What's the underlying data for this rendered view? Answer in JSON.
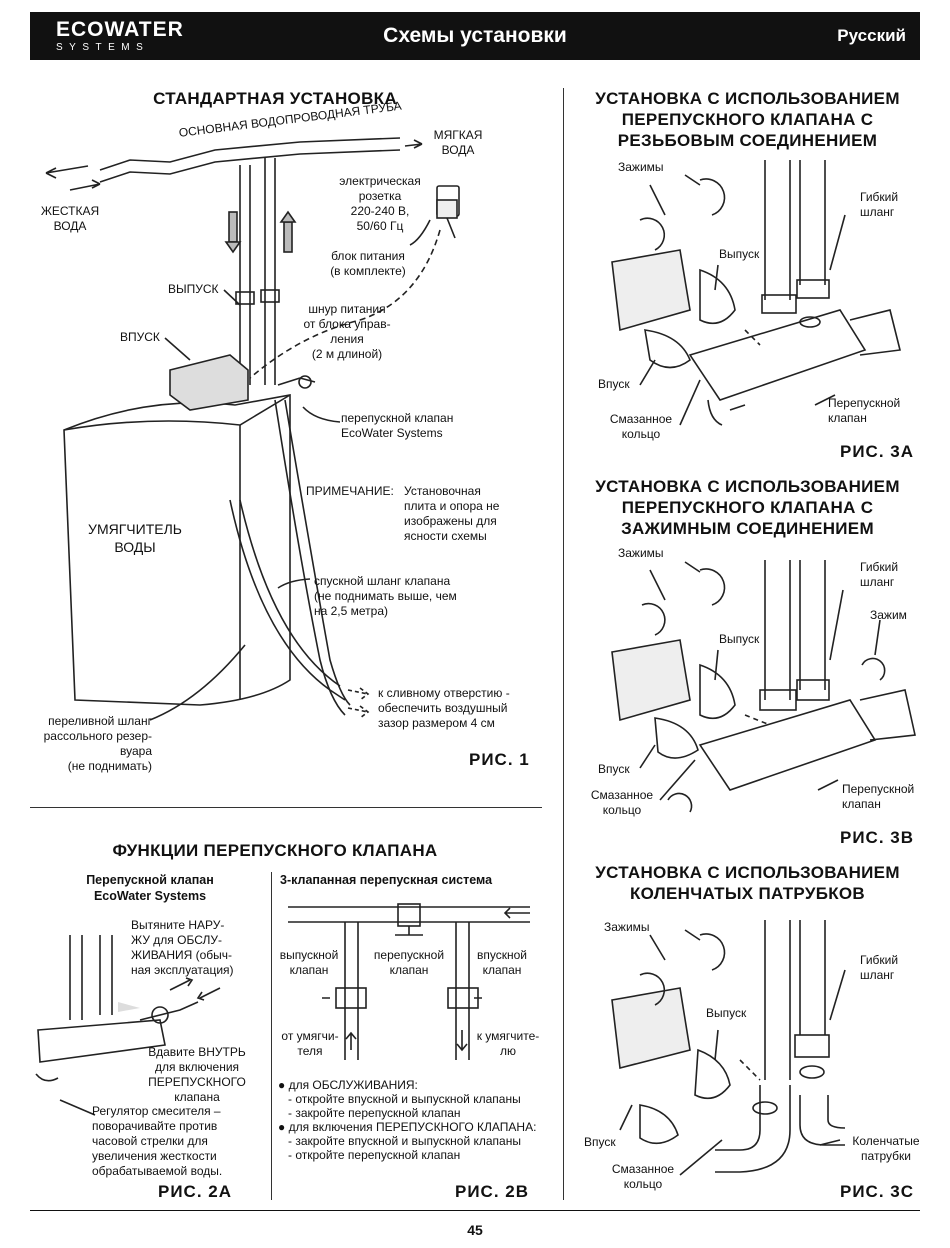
{
  "header": {
    "logo_main": "ECOWATER",
    "logo_sub": "SYSTEMS",
    "title": "Схемы установки",
    "language": "Русский"
  },
  "fig1": {
    "title": "СТАНДАРТНАЯ УСТАНОВКА",
    "main_pipe": "ОСНОВНАЯ ВОДОПРОВОДНАЯ ТРУБА",
    "soft_water": "МЯГКАЯ\nВОДА",
    "hard_water": "ЖЕСТКАЯ\nВОДА",
    "outlet": "ВЫПУСК",
    "inlet": "ВПУСК",
    "socket": "электрическая\nрозетка\n220-240 В,\n50/60 Гц",
    "power_unit": "блок питания\n(в комплекте)",
    "power_cord": "шнур питания\nот блока управ-\nления\n(2 м длиной)",
    "bypass_valve": "перепускной клапан\nEcoWater Systems",
    "note_label": "ПРИМЕЧАНИЕ:",
    "note_text": "Установочная\nплита и опора не\nизображены для\nясности схемы",
    "softener": "УМЯГЧИТЕЛЬ\nВОДЫ",
    "drain_hose": "спускной шланг клапана\n(не поднимать выше, чем\nна 2,5 метра)",
    "drain_hole": "к сливному отверстию -\nобеспечить воздушный\nзазор размером 4 см",
    "overflow_hose": "переливной шланг\nрассольного резер-\nвуара\n(не поднимать)",
    "fig_label": "РИС. 1"
  },
  "fig2": {
    "title": "ФУНКЦИИ ПЕРЕПУСКНОГО КЛАПАНА",
    "a_subtitle": "Перепускной клапан\nEcoWater Systems",
    "pull_out": "Вытяните НАРУ-\nЖУ для ОБСЛУ-\nЖИВАНИЯ (обыч-\nная эксплуатация)",
    "push_in": "Вдавите ВНУТРЬ\nдля включения\nПЕРЕПУСКНОГО\nклапана",
    "mixer": "Регулятор смесителя –\nповорачивайте против\nчасовой стрелки для\nувеличения жесткости\nобрабатываемой воды.",
    "a_label": "РИС. 2A",
    "b_subtitle": "3-клапанная перепускная система",
    "outlet_valve": "выпускной\nклапан",
    "bypass_valve": "перепускной\nклапан",
    "inlet_valve": "впускной\nклапан",
    "from_softener": "от умягчи-\nтеля",
    "to_softener": "к умягчите-\nлю",
    "service_bullet": "для ОБСЛУЖИВАНИЯ:",
    "service_1": "- откройте впускной и выпускной клапаны",
    "service_2": "- закройте перепускной клапан",
    "bypass_bullet": "для включения ПЕРЕПУСКНОГО КЛАПАНА:",
    "bypass_1": "- закройте впускной и выпускной клапаны",
    "bypass_2": "- откройте перепускной клапан",
    "b_label": "РИС. 2B"
  },
  "fig3a": {
    "title": "УСТАНОВКА С ИСПОЛЬЗОВАНИЕМ\nПЕРЕПУСКНОГО КЛАПАНА С\nРЕЗЬБОВЫМ СОЕДИНЕНИЕМ",
    "clamps": "Зажимы",
    "flex_hose": "Гибкий\nшланг",
    "outlet": "Выпуск",
    "inlet": "Впуск",
    "oring": "Смазанное\nкольцо",
    "bypass": "Перепускной\nклапан",
    "fig_label": "РИС. 3A"
  },
  "fig3b": {
    "title": "УСТАНОВКА С ИСПОЛЬЗОВАНИЕМ\nПЕРЕПУСКНОГО КЛАПАНА С\nЗАЖИМНЫМ СОЕДИНЕНИЕМ",
    "clamps": "Зажимы",
    "flex_hose": "Гибкий\nшланг",
    "clamp": "Зажим",
    "outlet": "Выпуск",
    "inlet": "Впуск",
    "oring": "Смазанное\nкольцо",
    "bypass": "Перепускной\nклапан",
    "fig_label": "РИС. 3B"
  },
  "fig3c": {
    "title": "УСТАНОВКА С ИСПОЛЬЗОВАНИЕМ\nКОЛЕНЧАТЫХ ПАТРУБКОВ",
    "clamps": "Зажимы",
    "flex_hose": "Гибкий\nшланг",
    "outlet": "Выпуск",
    "inlet": "Впуск",
    "elbows": "Коленчатые\nпатрубки",
    "oring": "Смазанное\nкольцо",
    "fig_label": "РИС. 3C"
  },
  "page_number": "45"
}
